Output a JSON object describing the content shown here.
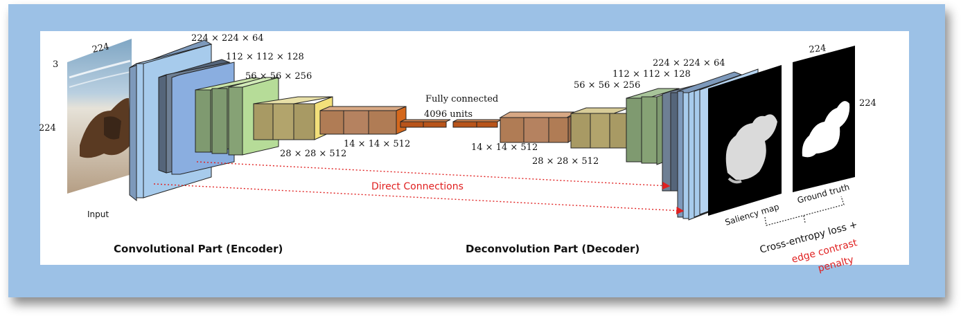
{
  "labels": {
    "input_channels": "3",
    "input_width": "224",
    "input_height": "224",
    "input_caption": "Input",
    "enc_dim1": "224 × 224 × 64",
    "enc_dim2": "112 × 112 × 128",
    "enc_dim3": "56 × 56 × 256",
    "enc_dim4": "28 × 28 × 512",
    "enc_dim5": "14 × 14 × 512",
    "fc_title": "Fully connected",
    "fc_units": "4096 units",
    "dec_dim5": "14 × 14 × 512",
    "dec_dim4": "28 × 28 × 512",
    "dec_dim3": "56 × 56 × 256",
    "dec_dim2": "112 × 112 × 128",
    "dec_dim1": "224 × 224 × 64",
    "direct_connections": "Direct Connections",
    "encoder_title": "Convolutional Part (Encoder)",
    "decoder_title": "Deconvolution Part (Decoder)",
    "output_width": "224",
    "output_height": "224",
    "saliency_map": "Saliency map",
    "ground_truth": "Ground truth",
    "loss_line1": "Cross-entropy loss +",
    "loss_line2": "edge contrast",
    "loss_line3": "penalty"
  },
  "colors": {
    "frame": "#9cc1e6",
    "blue_light": "#a7cbec",
    "blue_mid": "#8aaee0",
    "slate": "#6e7f94",
    "green": "#7f9a70",
    "green_light": "#b6dc98",
    "olive": "#a89a64",
    "yellow": "#f3e07a",
    "brown": "#b07c55",
    "orange": "#d4681d",
    "red_text": "#e02020"
  }
}
